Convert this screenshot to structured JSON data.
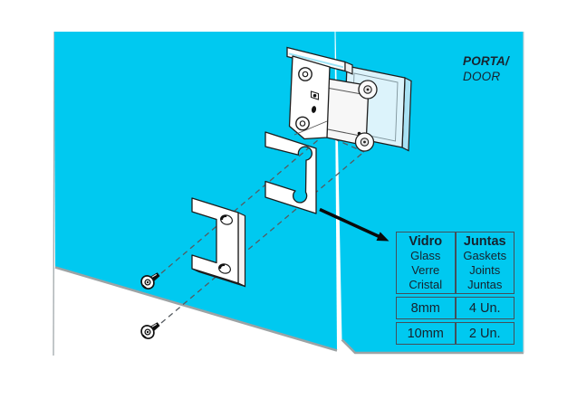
{
  "door_label": {
    "pt": "PORTA/",
    "en": "DOOR"
  },
  "spec_table": {
    "glass_header": [
      "Vidro",
      "Glass",
      "Verre",
      "Cristal"
    ],
    "gaskets_header": [
      "Juntas",
      "Gaskets",
      "Joints",
      "Juntas"
    ],
    "rows": [
      {
        "glass": "8mm",
        "gaskets": "4 Un."
      },
      {
        "glass": "10mm",
        "gaskets": "2 Un."
      }
    ]
  },
  "colors": {
    "glass_cyan": "#00C9F0",
    "panel_shadow": "#9CA3A5",
    "outline": "#1D1D1D",
    "text_dark": "#16222D",
    "table_border": "#44505A"
  },
  "parts": {
    "fixed_panel": "fixed-glass-panel",
    "door_panel": "door-glass-panel",
    "hinge": "glass-door-hinge",
    "gasket": "rubber-gasket",
    "cover_plate": "clamp-cover-plate",
    "screws": "countersunk-screws",
    "alignment": "assembly-alignment-lines",
    "callout": "callout-arrow"
  }
}
